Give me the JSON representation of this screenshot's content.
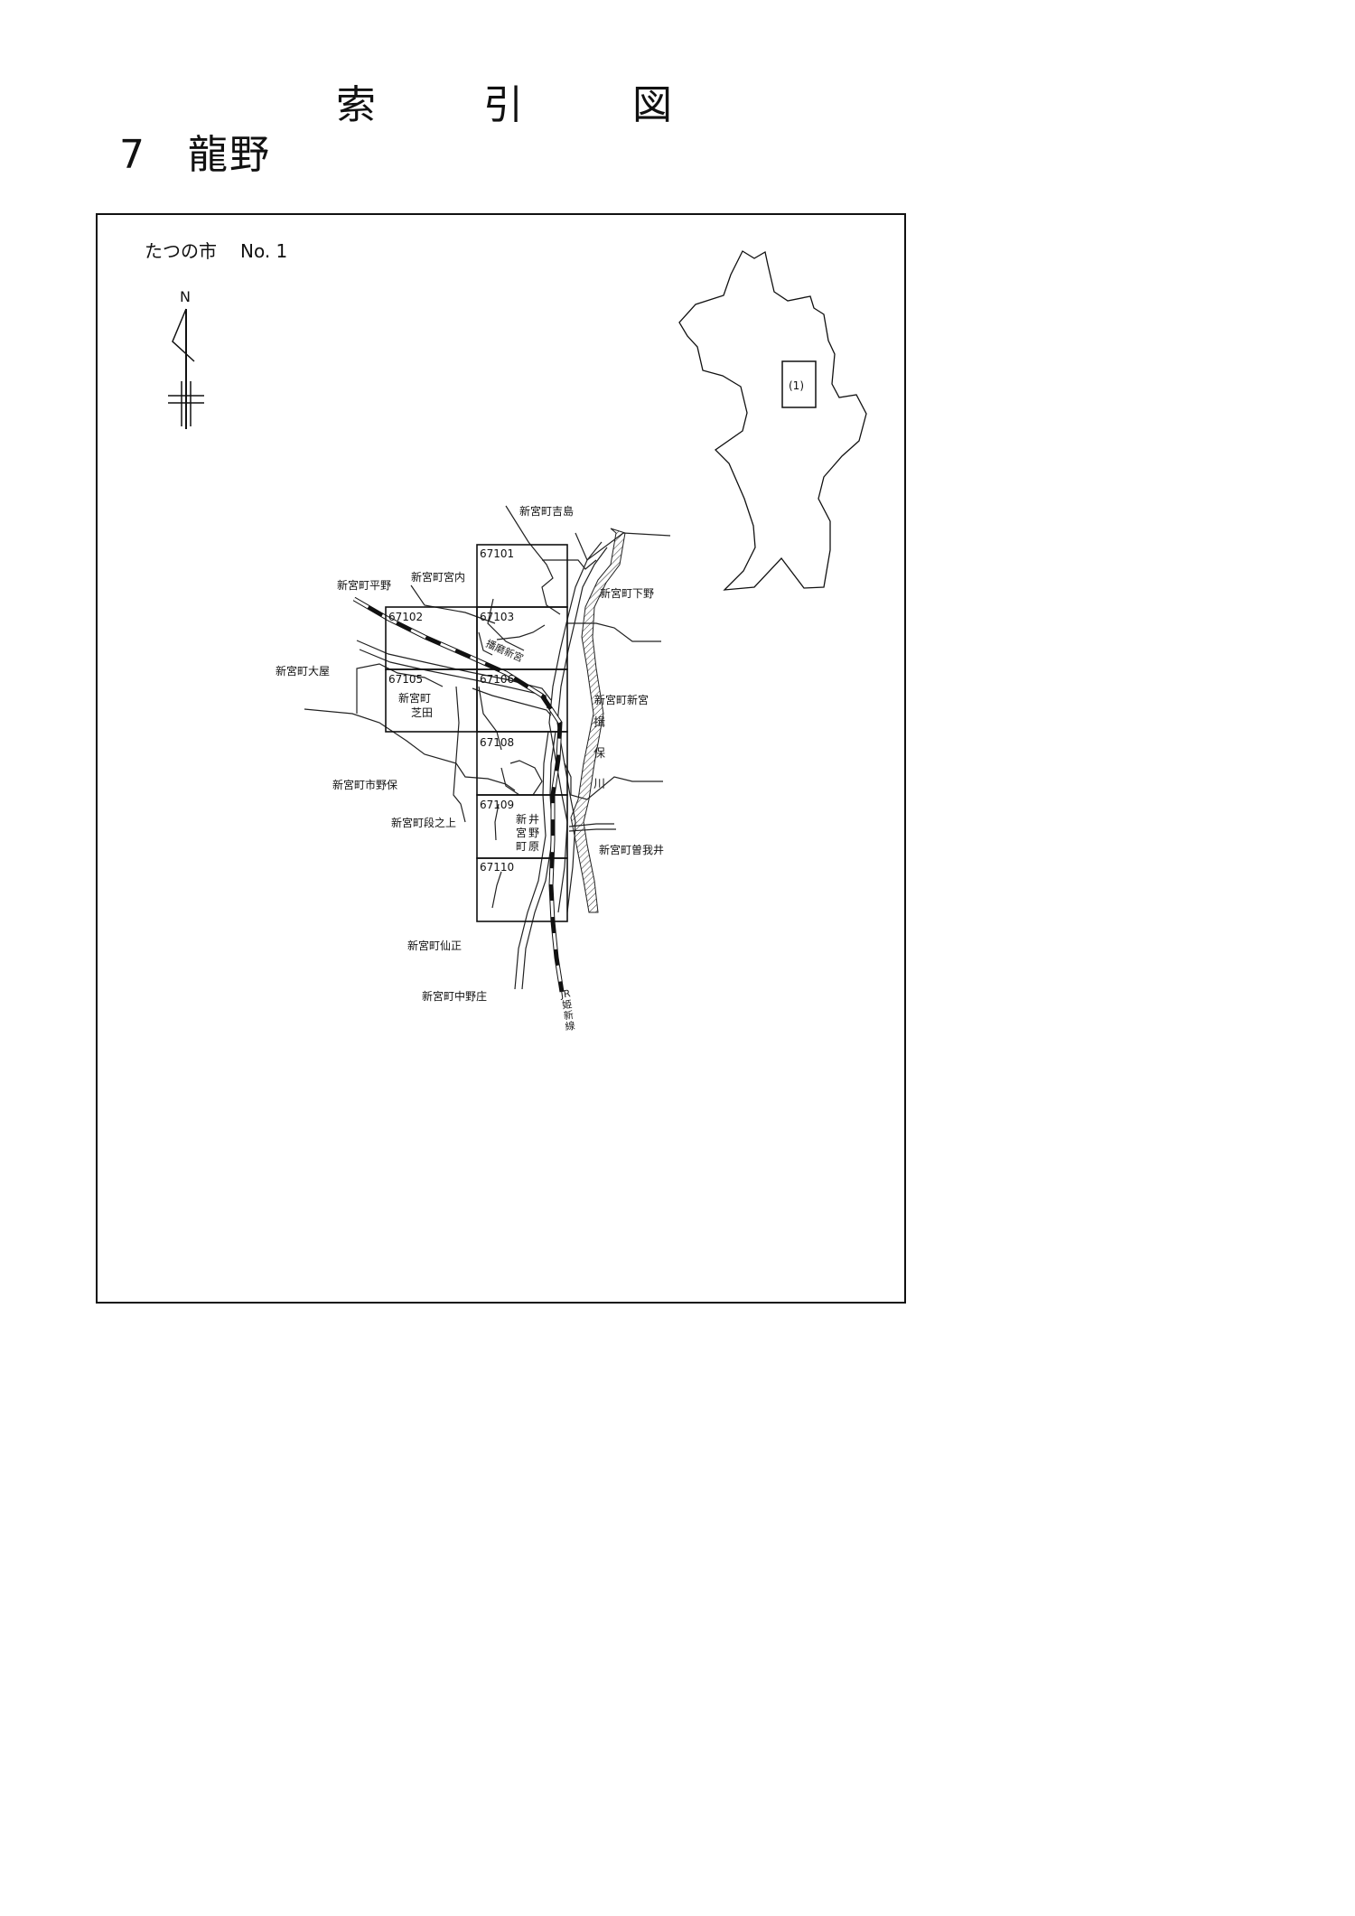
{
  "header": {
    "title_chars": [
      "索",
      "引",
      "図"
    ],
    "section_number": "7",
    "section_name": "龍野"
  },
  "map": {
    "municipality": "たつの市",
    "sheet": "No. 1",
    "north_label": "N",
    "inset_label": "(1)",
    "sheets": [
      "67101",
      "67102",
      "67103",
      "67105",
      "67106",
      "67108",
      "67109",
      "67110"
    ],
    "place_names": [
      "新宮町吉島",
      "新宮町宮内",
      "新宮町平野",
      "新宮町下野",
      "新宮町大屋",
      "新宮町新宮",
      "新宮町芝田",
      "新宮町市野保",
      "新宮町段之上",
      "新宮町曽我井",
      "新宮町井野原",
      "新宮町仙正",
      "新宮町中野庄"
    ],
    "station": "播磨新宮",
    "river": "揖保川",
    "railway": "JR姫新線"
  }
}
